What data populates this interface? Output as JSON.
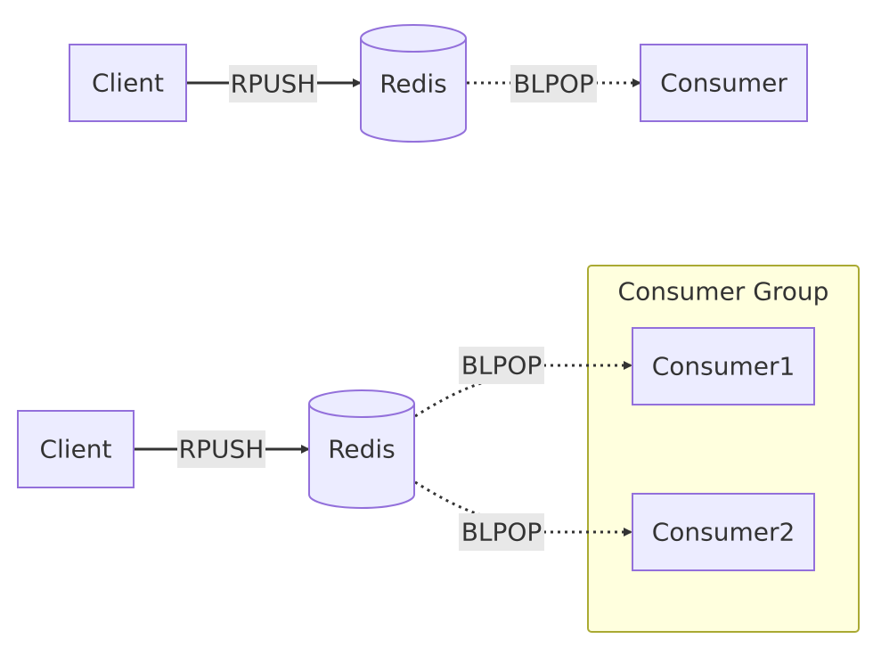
{
  "diagram1": {
    "client": "Client",
    "redis": "Redis",
    "consumer": "Consumer",
    "edge_push": "RPUSH",
    "edge_pop": "BLPOP"
  },
  "diagram2": {
    "client": "Client",
    "redis": "Redis",
    "group_title": "Consumer Group",
    "consumer1": "Consumer1",
    "consumer2": "Consumer2",
    "edge_push": "RPUSH",
    "edge_pop1": "BLPOP",
    "edge_pop2": "BLPOP"
  },
  "colors": {
    "node_fill": "#ECECFF",
    "node_stroke": "#9370DB",
    "group_fill": "#ffffde",
    "group_stroke": "#aaaa33",
    "edge_label_bg": "#e8e8e8",
    "line": "#333333"
  }
}
